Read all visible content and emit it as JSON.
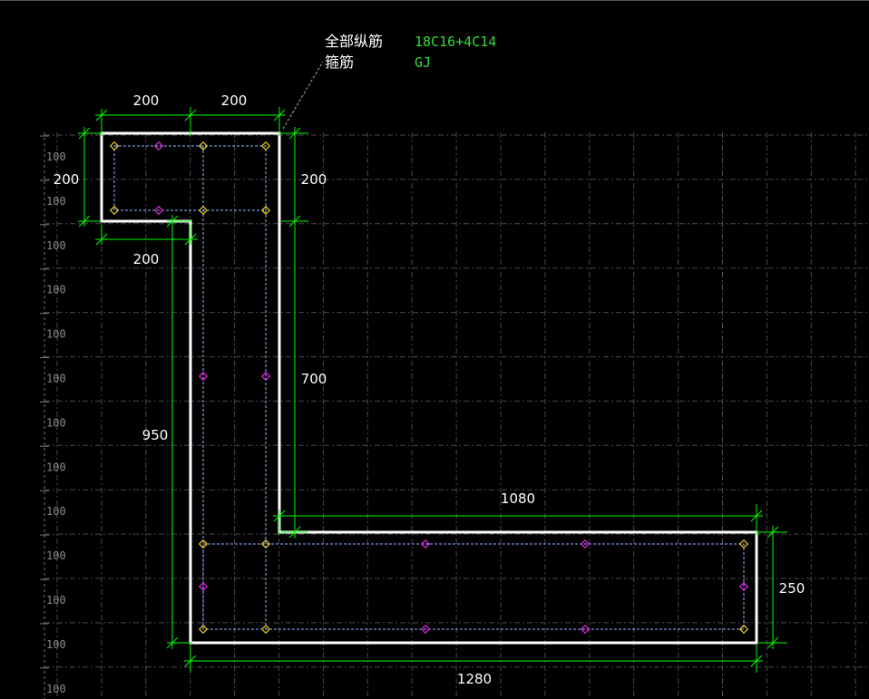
{
  "legend": {
    "longitudinal_bar_label": "全部纵筋",
    "longitudinal_bar_value": "18C16+4C14",
    "stirrup_label": "箍筋",
    "stirrup_value": "GJ"
  },
  "dimensions": {
    "top_flange_left": "200",
    "top_flange_right": "200",
    "top_flange_height_left": "200",
    "top_flange_height_right": "200",
    "web_width": "200",
    "web_clear_height": "700",
    "total_left_height": "950",
    "bottom_flange_clear": "1080",
    "bottom_flange_height": "250",
    "total_bottom_width": "1280"
  },
  "scale_labels": [
    "100",
    "100",
    "100",
    "100",
    "100",
    "100",
    "100",
    "100",
    "100",
    "100",
    "100",
    "100",
    "100"
  ],
  "colors": {
    "background": "#000000",
    "outline": "#ffffff",
    "dimension": "#00ff00",
    "grid": "#4a4a4a",
    "stirrup": "#8fb8ff",
    "corner_bar": "#e0c020",
    "middle_bar": "#e020e0"
  }
}
